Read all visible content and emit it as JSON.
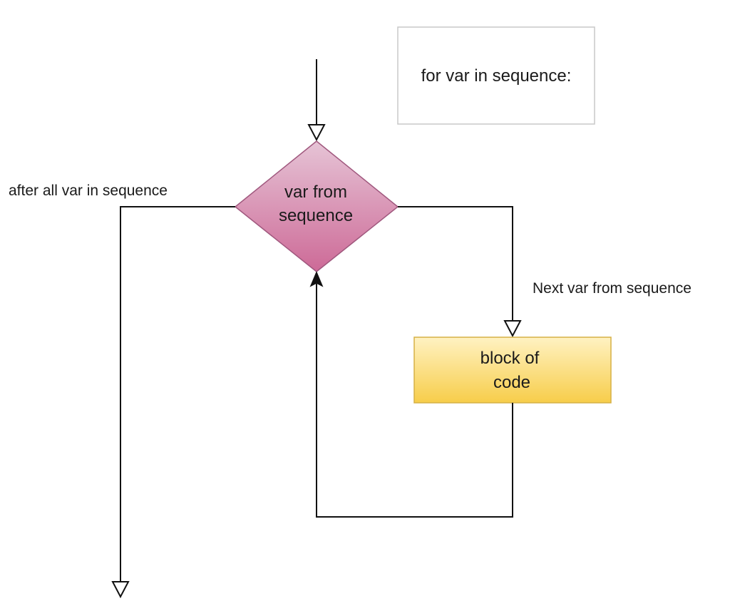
{
  "header_box": {
    "text": "for var in sequence:"
  },
  "decision": {
    "line1": "var from",
    "line2": "sequence"
  },
  "process": {
    "line1": "block of",
    "line2": "code"
  },
  "edges": {
    "exit_label": "after all var in sequence",
    "next_label": "Next var from sequence"
  },
  "colors": {
    "decision_fill_top": "#e6c4d6",
    "decision_fill_bottom": "#cd6a97",
    "decision_stroke": "#a0587e",
    "process_fill_top": "#fff2c2",
    "process_fill_bottom": "#f7cd4a",
    "process_stroke": "#d6b046",
    "header_stroke": "#c8c8c8",
    "line": "#111111"
  }
}
